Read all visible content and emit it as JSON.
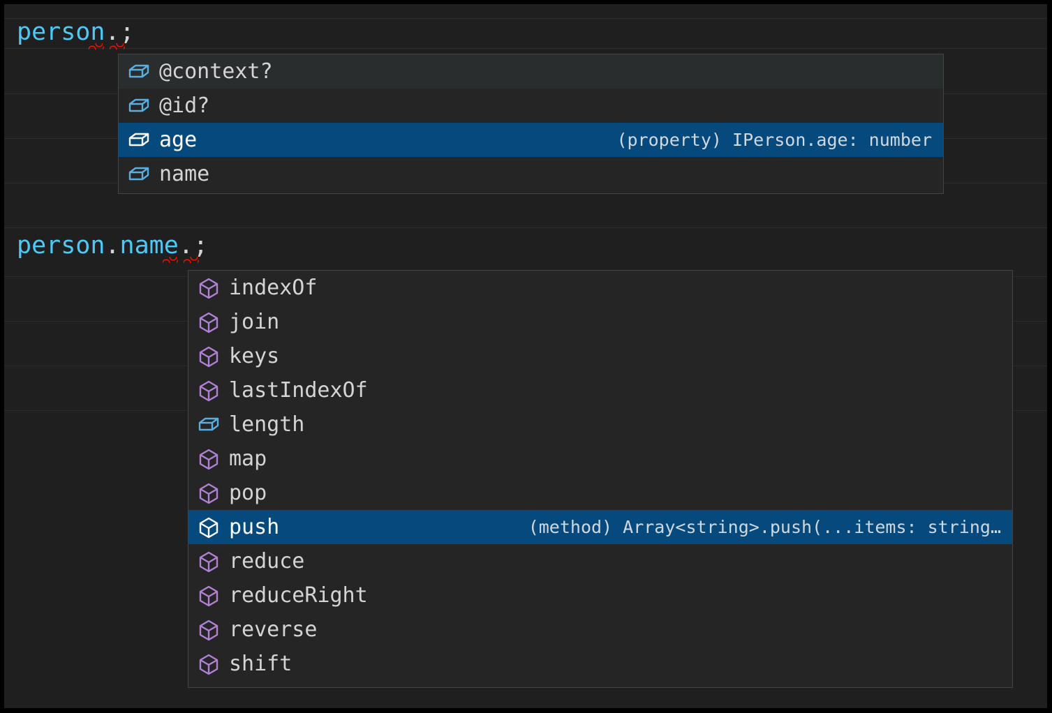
{
  "theme": {
    "editor_background": "#1f1f1f",
    "panel_background": "#252526",
    "panel_border": "#454545",
    "selection_background": "#064a7d",
    "hover_background": "#2a2d2e",
    "text_color": "#d4d4d4",
    "identifier_color": "#4ec9f5",
    "error_squiggle_color": "#e51400",
    "icon_property_color": "#5aaee0",
    "icon_method_color": "#b180d7",
    "icon_selected_color": "#ffffff"
  },
  "editor": {
    "lines": [
      {
        "id": "line-1",
        "text": "person.;",
        "tokens": [
          {
            "text": "person",
            "type": "identifier"
          },
          {
            "text": ".;",
            "type": "punctuation"
          }
        ]
      },
      {
        "id": "line-2",
        "text": "person.name.;",
        "tokens": [
          {
            "text": "person",
            "type": "identifier"
          },
          {
            "text": ".",
            "type": "punctuation"
          },
          {
            "text": "name",
            "type": "identifier"
          },
          {
            "text": ".;",
            "type": "punctuation"
          }
        ]
      }
    ]
  },
  "suggest_panels": [
    {
      "id": "panel-members",
      "name": "member-completion-list",
      "anchor_line": "person.;",
      "items": [
        {
          "label": "@context?",
          "icon": "property-cube-icon",
          "icon_kind": "property",
          "state": "hovered",
          "detail": ""
        },
        {
          "label": "@id?",
          "icon": "property-cube-icon",
          "icon_kind": "property",
          "state": "normal",
          "detail": ""
        },
        {
          "label": "age",
          "icon": "property-cube-icon",
          "icon_kind": "property",
          "state": "selected",
          "detail": "(property) IPerson.age: number"
        },
        {
          "label": "name",
          "icon": "property-cube-icon",
          "icon_kind": "property",
          "state": "normal",
          "detail": ""
        }
      ]
    },
    {
      "id": "panel-array",
      "name": "array-completion-list",
      "anchor_line": "person.name.;",
      "items": [
        {
          "label": "indexOf",
          "icon": "method-cube-icon",
          "icon_kind": "method",
          "state": "normal",
          "detail": ""
        },
        {
          "label": "join",
          "icon": "method-cube-icon",
          "icon_kind": "method",
          "state": "normal",
          "detail": ""
        },
        {
          "label": "keys",
          "icon": "method-cube-icon",
          "icon_kind": "method",
          "state": "normal",
          "detail": ""
        },
        {
          "label": "lastIndexOf",
          "icon": "method-cube-icon",
          "icon_kind": "method",
          "state": "normal",
          "detail": ""
        },
        {
          "label": "length",
          "icon": "property-cube-icon",
          "icon_kind": "property",
          "state": "normal",
          "detail": ""
        },
        {
          "label": "map",
          "icon": "method-cube-icon",
          "icon_kind": "method",
          "state": "normal",
          "detail": ""
        },
        {
          "label": "pop",
          "icon": "method-cube-icon",
          "icon_kind": "method",
          "state": "normal",
          "detail": ""
        },
        {
          "label": "push",
          "icon": "method-cube-icon",
          "icon_kind": "method",
          "state": "selected",
          "detail": "(method) Array<string>.push(...items: string…"
        },
        {
          "label": "reduce",
          "icon": "method-cube-icon",
          "icon_kind": "method",
          "state": "normal",
          "detail": ""
        },
        {
          "label": "reduceRight",
          "icon": "method-cube-icon",
          "icon_kind": "method",
          "state": "normal",
          "detail": ""
        },
        {
          "label": "reverse",
          "icon": "method-cube-icon",
          "icon_kind": "method",
          "state": "normal",
          "detail": ""
        },
        {
          "label": "shift",
          "icon": "method-cube-icon",
          "icon_kind": "method",
          "state": "normal",
          "detail": ""
        }
      ]
    }
  ]
}
